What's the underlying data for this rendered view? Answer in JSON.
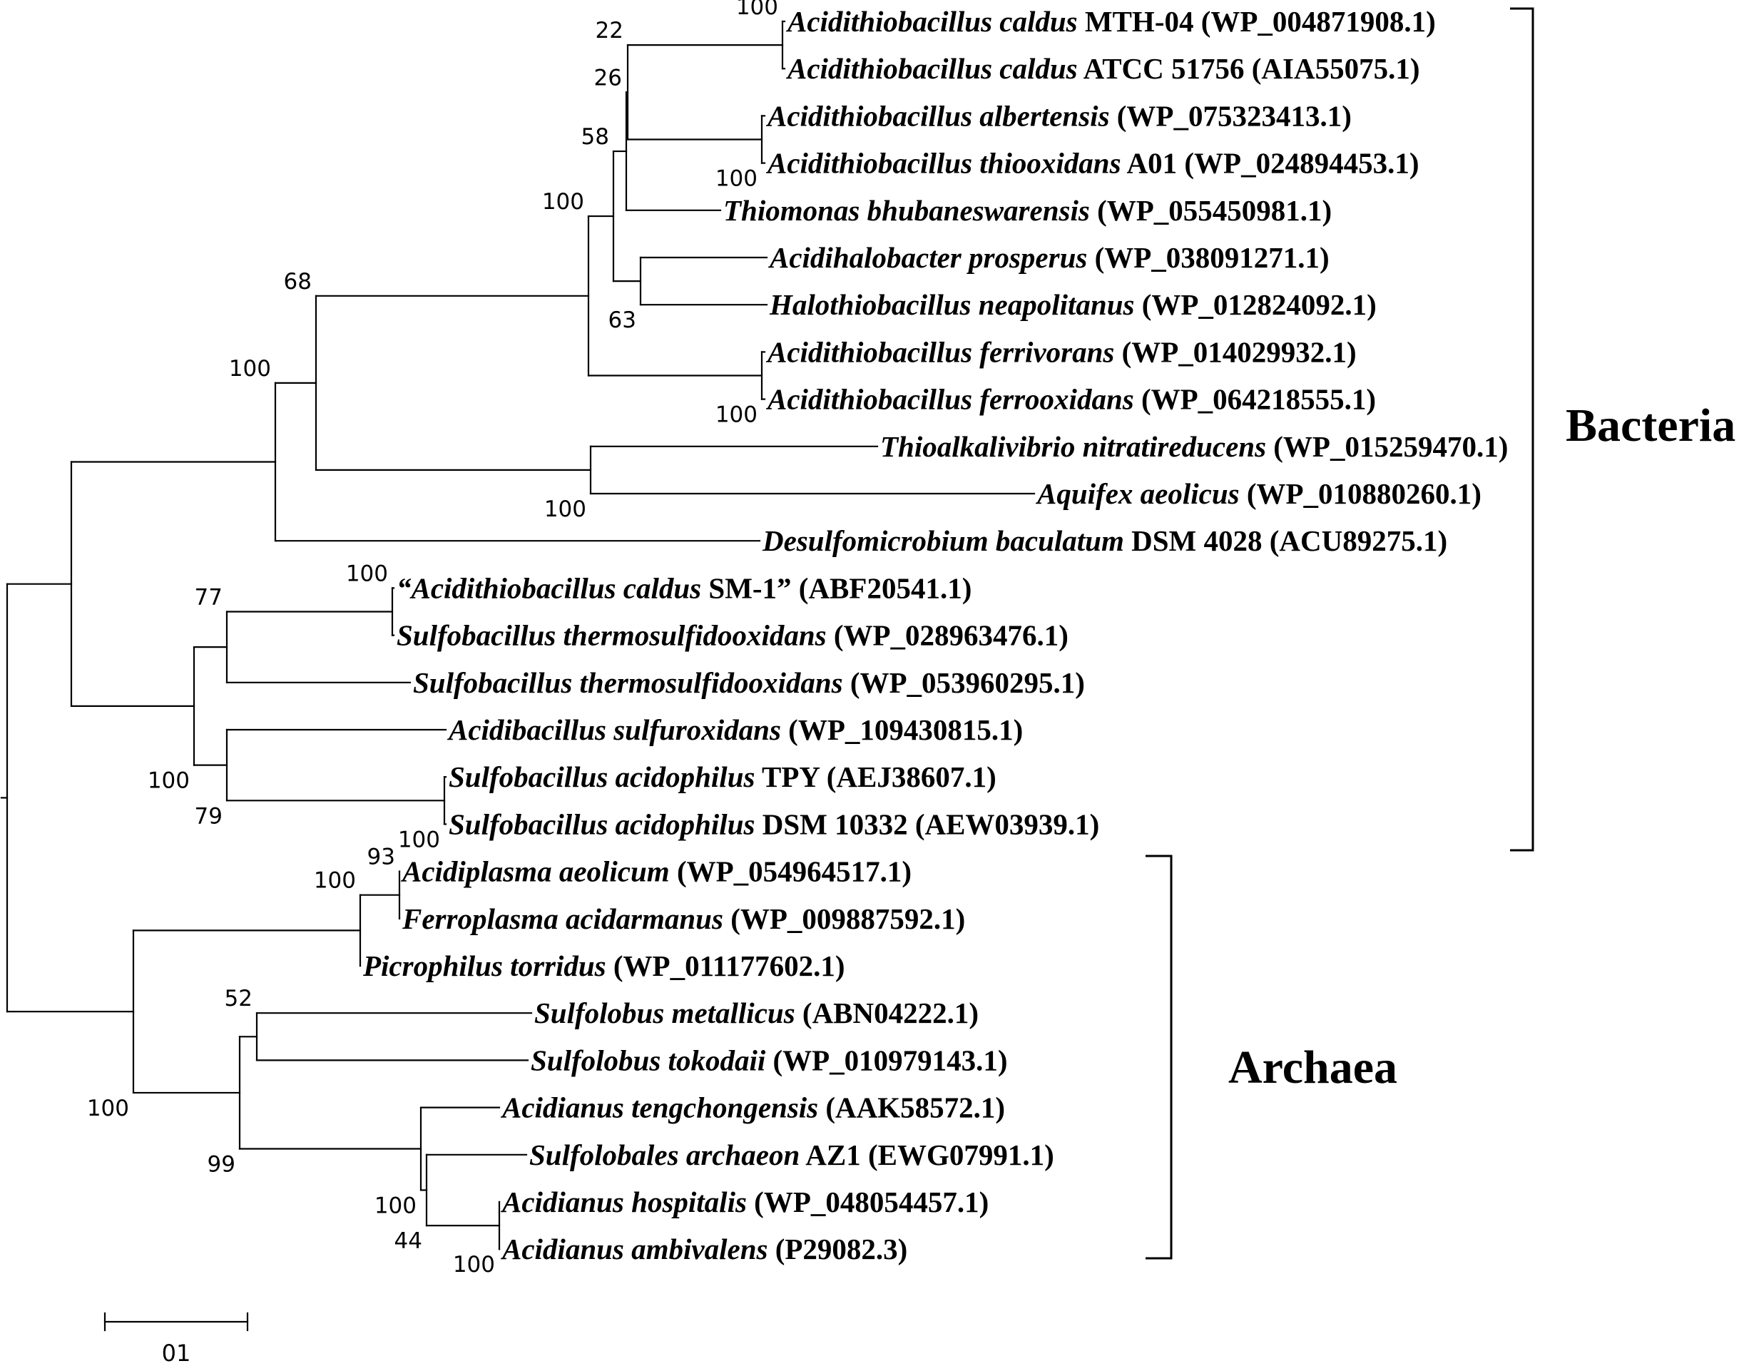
{
  "taxa": [
    {
      "italic": "Acidithiobacillus caldus",
      "rest": " MTH-04  (WP_004871908.1)"
    },
    {
      "italic": "Acidithiobacillus caldus",
      "rest": " ATCC 51756 (AIA55075.1)"
    },
    {
      "italic": "Acidithiobacillus albertensis",
      "rest": " (WP_075323413.1)"
    },
    {
      "italic": "Acidithiobacillus thiooxidans",
      "rest": " A01 (WP_024894453.1)"
    },
    {
      "italic": "Thiomonas bhubaneswarensis",
      "rest": " (WP_055450981.1)"
    },
    {
      "italic": "Acidihalobacter prosperus",
      "rest": " (WP_038091271.1)"
    },
    {
      "italic": "Halothiobacillus neapolitanus",
      "rest": " (WP_012824092.1)"
    },
    {
      "italic": "Acidithiobacillus ferrivorans",
      "rest": " (WP_014029932.1)"
    },
    {
      "italic": "Acidithiobacillus ferrooxidans",
      "rest": " (WP_064218555.1)"
    },
    {
      "italic": "Thioalkalivibrio nitratireducens",
      "rest": " (WP_015259470.1)"
    },
    {
      "italic": "Aquifex aeolicus",
      "rest": " (WP_010880260.1)"
    },
    {
      "italic": "Desulfomicrobium baculatum",
      "rest": " DSM 4028 (ACU89275.1)"
    },
    {
      "italic": "“Acidithiobacillus caldus",
      "rest": " SM-1”  (ABF20541.1)"
    },
    {
      "italic": "Sulfobacillus thermosulfidooxidans",
      "rest": " (WP_028963476.1)"
    },
    {
      "italic": "Sulfobacillus thermosulfidooxidans",
      "rest": " (WP_053960295.1)"
    },
    {
      "italic": "Acidibacillus sulfuroxidans",
      "rest": " (WP_109430815.1)"
    },
    {
      "italic": "Sulfobacillus acidophilus",
      "rest": " TPY  (AEJ38607.1)"
    },
    {
      "italic": "Sulfobacillus acidophilus",
      "rest": " DSM 10332 (AEW03939.1)"
    },
    {
      "italic": "Acidiplasma aeolicum",
      "rest": " (WP_054964517.1)"
    },
    {
      "italic": "Ferroplasma acidarmanus",
      "rest": " (WP_009887592.1)"
    },
    {
      "italic": "Picrophilus torridus",
      "rest": " (WP_011177602.1)"
    },
    {
      "italic": "Sulfolobus metallicus",
      "rest": " (ABN04222.1)"
    },
    {
      "italic": "Sulfolobus tokodaii",
      "rest": " (WP_010979143.1)"
    },
    {
      "italic": "Acidianus tengchongensis",
      "rest": " (AAK58572.1)"
    },
    {
      "italic": "Sulfolobales archaeon",
      "rest": " AZ1  (EWG07991.1)"
    },
    {
      "italic": "Acidianus hospitalis",
      "rest": " (WP_048054457.1)"
    },
    {
      "italic": "Acidianus ambivalens",
      "rest": " (P29082.3)"
    }
  ],
  "support_values": [
    "100",
    "22",
    "26",
    "100",
    "58",
    "100",
    "63",
    "100",
    "68",
    "100",
    "100",
    "100",
    "77",
    "100",
    "79",
    "100",
    "93",
    "100",
    "52",
    "100",
    "99",
    "100",
    "44",
    "100"
  ],
  "groups": {
    "bacteria": "Bacteria",
    "archaea": "Archaea"
  },
  "scale_bar": {
    "label": "01"
  }
}
